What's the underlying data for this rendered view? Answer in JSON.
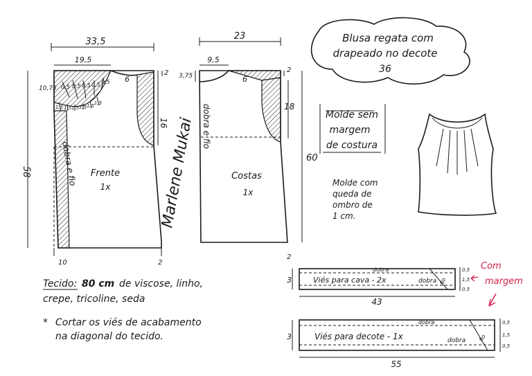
{
  "title": {
    "line1": "Blusa regata com",
    "line2": "drapeado no decote",
    "size": "36"
  },
  "note_box": {
    "line1": "Molde sem",
    "line2": "margem",
    "line3": "de costura"
  },
  "shoulder_note": {
    "line1": "Molde com",
    "line2": "queda de",
    "line3": "ombro de",
    "line4": "1 cm."
  },
  "front": {
    "name": "Frente",
    "qty": "1x",
    "width_label": "33,5",
    "neck_label": "19,5",
    "drape_labels": [
      "0,5",
      "0,5",
      "0,5",
      "0,5",
      "0,5"
    ],
    "fold_labels": [
      "1,5",
      "1,5",
      "1,5",
      "1,5",
      "1,5",
      "1,5"
    ],
    "side_label": "10,75",
    "shoulder_label": "6",
    "top_drop_label": "2",
    "armhole_label": "16",
    "height_label": "58",
    "hem_left_label": "10",
    "hem_right_label": "2",
    "fold_text": "dobra e fio"
  },
  "back": {
    "name": "Costas",
    "qty": "1x",
    "width_label": "23",
    "neck_label": "9,5",
    "neck_depth_label": "3,75",
    "shoulder_label": "6",
    "top_drop_label": "2",
    "armhole_label": "18",
    "height_label": "60",
    "hem_right_label": "2",
    "fold_text": "dobra e fio"
  },
  "signature": "Marlene Mukai",
  "fabric": {
    "line1_label": "Tecido:",
    "line1_amount": "80 cm",
    "line1_rest": "de viscose, linho,",
    "line2": "crepe, tricoline, seda"
  },
  "bias_note": {
    "star": "*",
    "line1": "Cortar os viés de acabamento",
    "line2": "na diagonal do tecido."
  },
  "strip_armhole": {
    "label": "Viés para cava - 2x",
    "fold": "dobra",
    "fold_end": "dobra",
    "grain": "fio",
    "length": "43",
    "height": "3",
    "margins": [
      "0,5",
      "1,5",
      "0,5"
    ]
  },
  "strip_neck": {
    "label": "Viés para decote - 1x",
    "fold": "dobra",
    "fold_end": "dobra",
    "grain": "fio",
    "length": "55",
    "height": "3",
    "margins": [
      "0,5",
      "1,5",
      "0,5"
    ]
  },
  "seam_note": {
    "line1": "Com",
    "line2": "margem"
  },
  "colors": {
    "ink": "#1a1a1a",
    "accent": "#d0204a"
  }
}
